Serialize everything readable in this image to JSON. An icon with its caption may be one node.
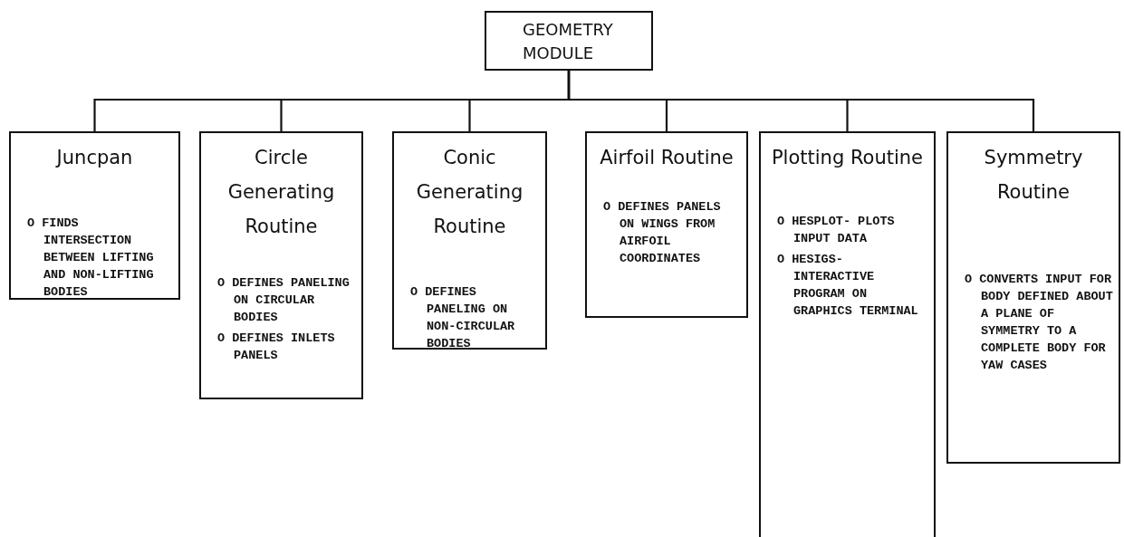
{
  "diagram": {
    "nodes": [
      {
        "text": [
          "GEOMETRY MODULE"
        ]
      },
      {
        "text": [
          "Juncpan",
          "O FINDS INTERSECTION BETWEEN LIFTING AND NON-LIFTING BODIES"
        ]
      },
      {
        "text": [
          "Circle Generating Routine",
          "O DEFINES PANELING ON CIRCULAR BODIES",
          "O DEFINES INLETS PANELS"
        ]
      },
      {
        "text": [
          "Conic Generating Routine",
          "O DEFINES PANELING ON NON-CIRCULAR BODIES"
        ]
      },
      {
        "text": [
          "Airfoil Routine",
          "O DEFINES PANELS ON WINGS FROM AIRFOIL COORDINATES"
        ]
      },
      {
        "text": [
          "Plotting Routine",
          "O HESPLOT- PLOTS INPUT DATA",
          "O HESIGS- INTERACTIVE PROGRAM ON GRAPHICS TERMINAL"
        ]
      },
      {
        "text": [
          "Symmetry Routine",
          "O CONVERTS INPUT FOR BODY DEFINED ABOUT A PLANE OF SYMMETRY TO A COMPLETE BODY FOR YAW CASES"
        ]
      }
    ],
    "edges": [
      {
        "from": 0,
        "to": 1,
        "arrow": "none"
      },
      {
        "from": 0,
        "to": 2,
        "arrow": "none"
      },
      {
        "from": 0,
        "to": 3,
        "arrow": "none"
      },
      {
        "from": 0,
        "to": 4,
        "arrow": "none"
      },
      {
        "from": 0,
        "to": 5,
        "arrow": "none"
      },
      {
        "from": 0,
        "to": 6,
        "arrow": "none"
      }
    ]
  }
}
